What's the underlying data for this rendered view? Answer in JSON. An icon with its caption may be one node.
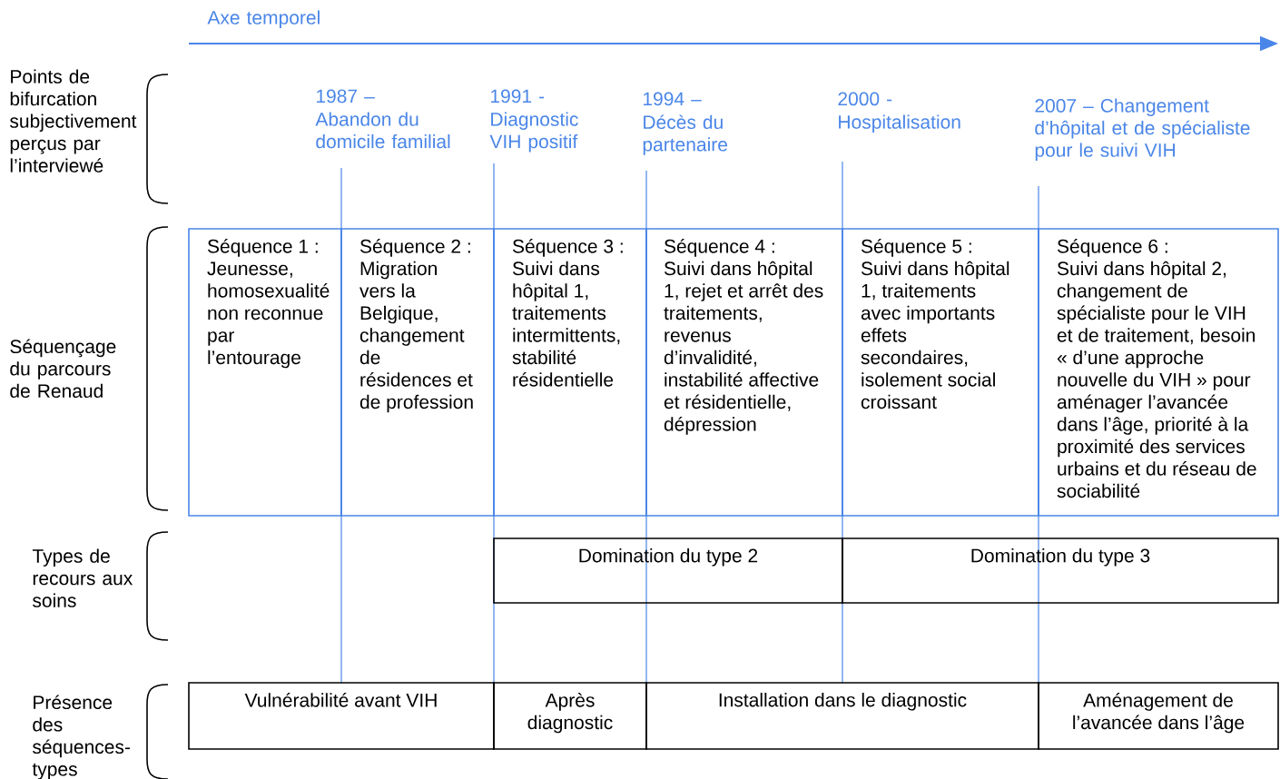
{
  "diagram": {
    "nodes": [
      {
        "text": [
          "Séquence 1 :",
          "Jeunesse, homosexualité non reconnue par l’entourage"
        ]
      },
      {
        "text": [
          "Séquence 2 :",
          "Migration vers la Belgique, changement de résidences et de profession"
        ]
      },
      {
        "text": [
          "Séquence 3 :",
          "Suivi dans hôpital 1, traitements intermittents, stabilité résidentielle"
        ]
      },
      {
        "text": [
          "Séquence 4 :",
          "Suivi dans hôpital 1, rejet et arrêt des traitements, revenus d’invalidité, instabilité affective et résidentielle, dépression"
        ]
      },
      {
        "text": [
          "Séquence 5 :",
          "Suivi dans hôpital 1, traitements avec importants effets secondaires, isolement social croissant"
        ]
      },
      {
        "text": [
          "Séquence 6 :",
          "Suivi dans hôpital 2, changement de spécialiste pour le VIH et de traitement, besoin « d’une approche nouvelle du VIH » pour aménager l’avancée dans l’âge, priorité à la proximité des services urbains et du réseau de sociabilité"
        ]
      },
      {
        "text": [
          "Domination du type 2"
        ]
      },
      {
        "text": [
          "Domination du type 3"
        ]
      },
      {
        "text": [
          "Vulnérabilité avant VIH"
        ]
      },
      {
        "text": [
          "Après diagnostic"
        ]
      },
      {
        "text": [
          "Installation dans le diagnostic"
        ]
      },
      {
        "text": [
          "Aménagement de l’avancée dans l’âge"
        ]
      }
    ],
    "labels": [
      "Axe temporel",
      "Points de bifurcation subjectivement perçus par l’interviewé",
      "1987 –",
      "Abandon du domicile familial",
      "1991 -",
      "Diagnostic VIH positif",
      "1994 –",
      "Décès du partenaire",
      "2000 -",
      "Hospitalisation",
      "2007 – Changement d’hôpital et de spécialiste pour le suivi VIH",
      "Séquençage du parcours de Renaud",
      "Types de recours aux soins",
      "Présence des séquences-types"
    ]
  }
}
